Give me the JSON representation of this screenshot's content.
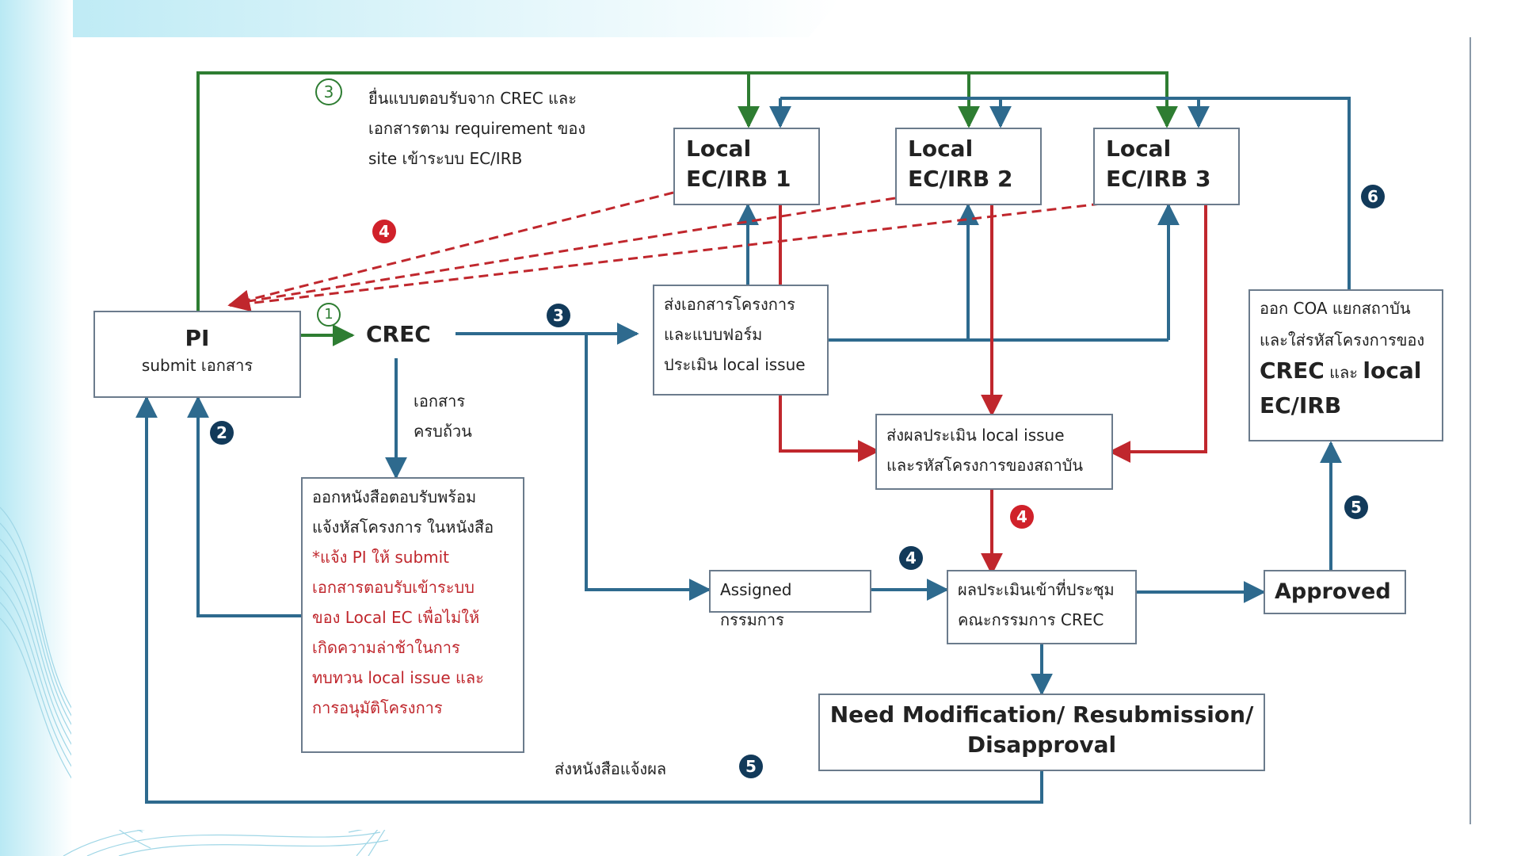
{
  "colors": {
    "blue": "#2e6a8e",
    "green": "#2e7d32",
    "red": "#c0272d",
    "dark_blue_badge": "#123a5a",
    "red_badge": "#d0212a",
    "bg_wave": "#9fdcec"
  },
  "nodes": {
    "pi": {
      "title": "PI",
      "sub": "submit เอกสาร"
    },
    "crec": {
      "title": "CREC"
    },
    "ec1": {
      "line1": "Local",
      "line2": "EC/IRB 1"
    },
    "ec2": {
      "line1": "Local",
      "line2": "EC/IRB 2"
    },
    "ec3": {
      "line1": "Local",
      "line2": "EC/IRB 3"
    },
    "send_docs": {
      "lines": [
        "ส่งเอกสารโครงการ",
        "และแบบฟอร์ม",
        "ประเมิน local issue"
      ]
    },
    "send_result": {
      "lines": [
        "ส่งผลประเมิน local issue",
        "และรหัสโครงการของสถาบัน"
      ]
    },
    "issue_letter": {
      "lines_black": [
        "ออกหนังสือตอบรับพร้อม",
        "แจ้งหัสโครงการ ในหนังสือ"
      ],
      "lines_red": [
        "*แจ้ง PI ให้ submit",
        "เอกสารตอบรับเข้าระบบ",
        "ของ Local EC เพื่อไม่ให้",
        "เกิดความล่าช้าในการ",
        "ทบทวน local issue และ",
        "การอนุมัติโครงการ"
      ]
    },
    "assigned": {
      "label": "Assigned กรรมการ"
    },
    "meeting": {
      "lines": [
        "ผลประเมินเข้าที่ประชุม",
        "คณะกรรมการ CREC"
      ]
    },
    "approved": {
      "label": "Approved"
    },
    "coa": {
      "line1": "ออก COA แยกสถาบัน",
      "line2": "และใส่รหัสโครงการของ",
      "line3_a": "CREC",
      "line3_b": " และ ",
      "line3_c": "local",
      "line4": "EC/IRB"
    },
    "modification": {
      "line1": "Need Modification/ Resubmission/",
      "line2": "Disapproval"
    }
  },
  "labels": {
    "green_note": [
      "ยื่นแบบตอบรับจาก CREC และ",
      "เอกสารตาม requirement ของ",
      "site เข้าระบบ EC/IRB"
    ],
    "docs_complete": [
      "เอกสาร",
      "ครบถ้วน"
    ],
    "send_letter": "ส่งหนังสือแจ้งผล"
  },
  "badges": {
    "green3": "3",
    "green1": "1",
    "red4_top": "4",
    "red4_mid": "4",
    "blue3": "3",
    "blue2": "2",
    "blue4": "4",
    "blue5_bottom": "5",
    "blue5_right": "5",
    "blue6": "6"
  }
}
